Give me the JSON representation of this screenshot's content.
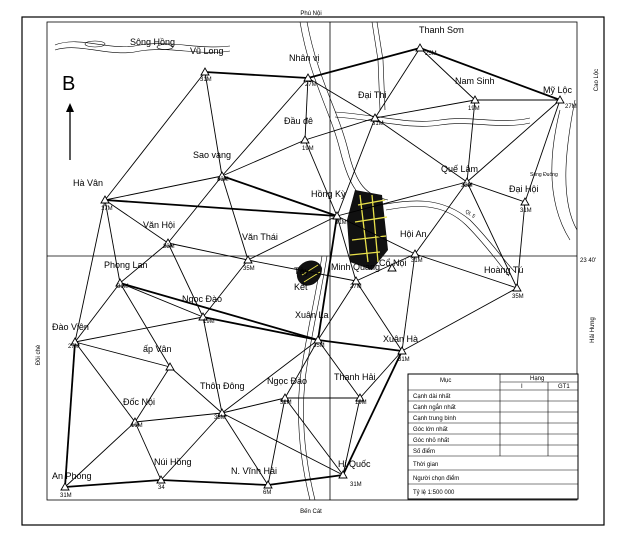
{
  "border": {
    "top": "Phú Nội",
    "bottom": "Bến Cát",
    "left": "Đồi chè",
    "right_top": "Cao Lộc",
    "right_bottom": "Hải Hưng",
    "grid_value": "23 40'"
  },
  "north_arrow": "B",
  "places": {
    "song_hong": "Sông Hồng",
    "ql5": "QL 5",
    "song_duong": "Sông Đuống",
    "tay_ket_1": "Tây",
    "tay_ket_2": "Kết"
  },
  "stations": [
    {
      "id": "thanh-son",
      "name": "Thanh Sơn",
      "elev": "25M"
    },
    {
      "id": "vu-long",
      "name": "Vũ Long",
      "elev": "31M"
    },
    {
      "id": "nhan-vi",
      "name": "Nhân vị",
      "elev": "27M"
    },
    {
      "id": "nam-sinh",
      "name": "Nam Sinh",
      "elev": "19M"
    },
    {
      "id": "my-loc",
      "name": "Mỹ Lộc",
      "elev": "27M"
    },
    {
      "id": "dai-thi",
      "name": "Đại Thi",
      "elev": "31M"
    },
    {
      "id": "dau-de",
      "name": "Đầu đê",
      "elev": "19M"
    },
    {
      "id": "sao-vang",
      "name": "Sao vàng",
      "elev": "33M"
    },
    {
      "id": "que-lam",
      "name": "Quế Lâm",
      "elev": "33M"
    },
    {
      "id": "dai-hoi",
      "name": "Đại Hội",
      "elev": "31M"
    },
    {
      "id": "ha-van",
      "name": "Hà Vân",
      "elev": "17M"
    },
    {
      "id": "hong-ky",
      "name": "Hồng Kỳ",
      "elev": "31M"
    },
    {
      "id": "van-hoi",
      "name": "Văn Hội",
      "elev": "23M"
    },
    {
      "id": "van-thai",
      "name": "Văn Thái",
      "elev": "35M"
    },
    {
      "id": "hoi-an",
      "name": "Hội An",
      "elev": "31M"
    },
    {
      "id": "hoang-tu",
      "name": "Hoàng Tú",
      "elev": "35M"
    },
    {
      "id": "phong-lan",
      "name": "Phong Lan",
      "elev": "31M"
    },
    {
      "id": "minh-quang",
      "name": "Minh Quang",
      "elev": "27M"
    },
    {
      "id": "co-noi",
      "name": "Cổ Nội",
      "elev": ""
    },
    {
      "id": "ngoc-dao",
      "name": "Ngọc Đào",
      "elev": "19M"
    },
    {
      "id": "dao-vien",
      "name": "Đào Viên",
      "elev": "27M"
    },
    {
      "id": "xuan-la",
      "name": "Xuân La",
      "elev": "35M"
    },
    {
      "id": "xuan-ha",
      "name": "Xuân Hà",
      "elev": "31M"
    },
    {
      "id": "ap-van",
      "name": "ấp Vân",
      "elev": ""
    },
    {
      "id": "thon-dong",
      "name": "Thôn Đông",
      "elev": "33M"
    },
    {
      "id": "ngoc-dao-2",
      "name": "Ngọc Đào",
      "elev": "31M"
    },
    {
      "id": "thanh-hai",
      "name": "Thanh Hải",
      "elev": "19M"
    },
    {
      "id": "doc-noi",
      "name": "Đốc Nội",
      "elev": "19M"
    },
    {
      "id": "nui-hong",
      "name": "Núi Hồng",
      "elev": "34"
    },
    {
      "id": "n-vinh-hai",
      "name": "N. Vĩnh Hải",
      "elev": "6M"
    },
    {
      "id": "hi-quoc",
      "name": "Hi Quốc",
      "elev": "31M"
    },
    {
      "id": "an-phong",
      "name": "An Phong",
      "elev": "31M"
    }
  ],
  "legend": {
    "head_muc": "Mục",
    "head_hang": "Hạng",
    "col1": "I",
    "col2": "GT1",
    "rows": [
      "Cạnh dài nhất",
      "Cạnh ngắn nhất",
      "Cạnh trung bình",
      "Góc lớn nhất",
      "Góc nhỏ nhất",
      "Số điểm",
      "Thời gian",
      "Người chọn điểm",
      "Tỷ lệ   1:500 000"
    ]
  }
}
